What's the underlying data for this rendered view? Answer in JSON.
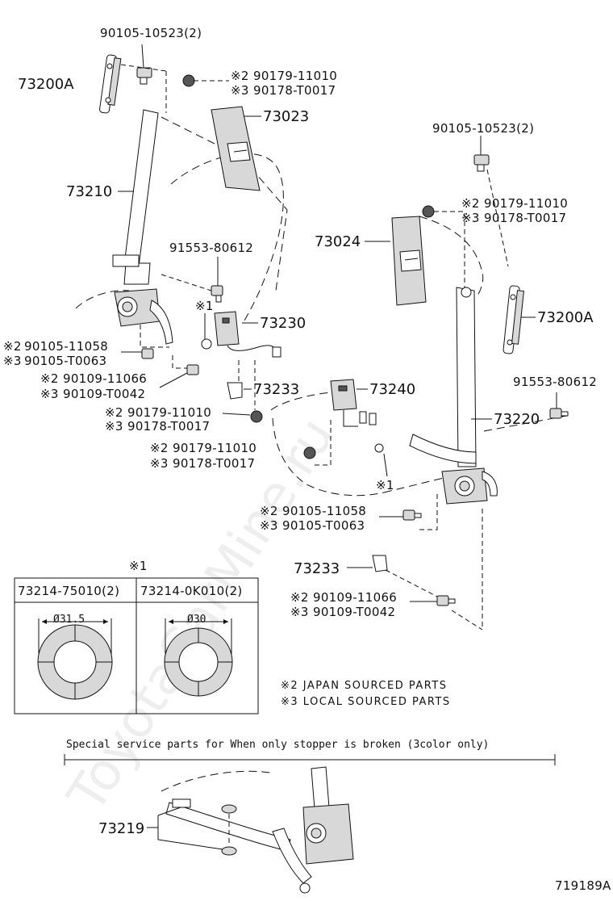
{
  "watermark": "ToyotaCarMine.ru",
  "diagram_id": "719189A",
  "labels": {
    "retractor_bolt_top_left": "90105-10523(2)",
    "anchor_left": "73200A",
    "nut_left_top_a": "90179-11010",
    "nut_left_top_b": "90178-T0017",
    "cover_left": "73023",
    "belt_left": "73210",
    "bolt_left_mid": "91553-80612",
    "buckle_left": "73230",
    "bolt_left_low_a": "90105-11058",
    "bolt_left_low_b": "90105-T0063",
    "bolt_left_low2_a": "90109-11066",
    "bolt_left_low2_b": "90109-T0042",
    "cover_left_low": "73233",
    "nut_left_low_a": "90179-11010",
    "nut_left_low_b": "90178-T0017",
    "nut_left_low2_a": "90179-11010",
    "nut_left_low2_b": "90178-T0017",
    "retractor_bolt_right": "90105-10523(2)",
    "nut_right_top_a": "90179-11010",
    "nut_right_top_b": "90178-T0017",
    "cover_right": "73024",
    "anchor_right": "73200A",
    "bolt_right_mid": "91553-80612",
    "buckle_right": "73240",
    "belt_right": "73220",
    "bolt_right_low_a": "90105-11058",
    "bolt_right_low_b": "90105-T0063",
    "cover_right_low": "73233",
    "bolt_right_low2_a": "90109-11066",
    "bolt_right_low2_b": "90109-T0042",
    "stopper": "73219"
  },
  "marks": {
    "m1": "※1",
    "m2": "※2",
    "m3": "※3"
  },
  "washer_table": {
    "title": "※1",
    "col1_part": "73214-75010(2)",
    "col2_part": "73214-0K010(2)",
    "col1_dim": "Ø31.5",
    "col2_dim": "Ø30"
  },
  "legend": {
    "line1": "※2 JAPAN SOURCED PARTS",
    "line2": "※3 LOCAL SOURCED PARTS"
  },
  "special_note": "Special  service  parts  for  When  only  stopper  is  broken  (3color  only)"
}
